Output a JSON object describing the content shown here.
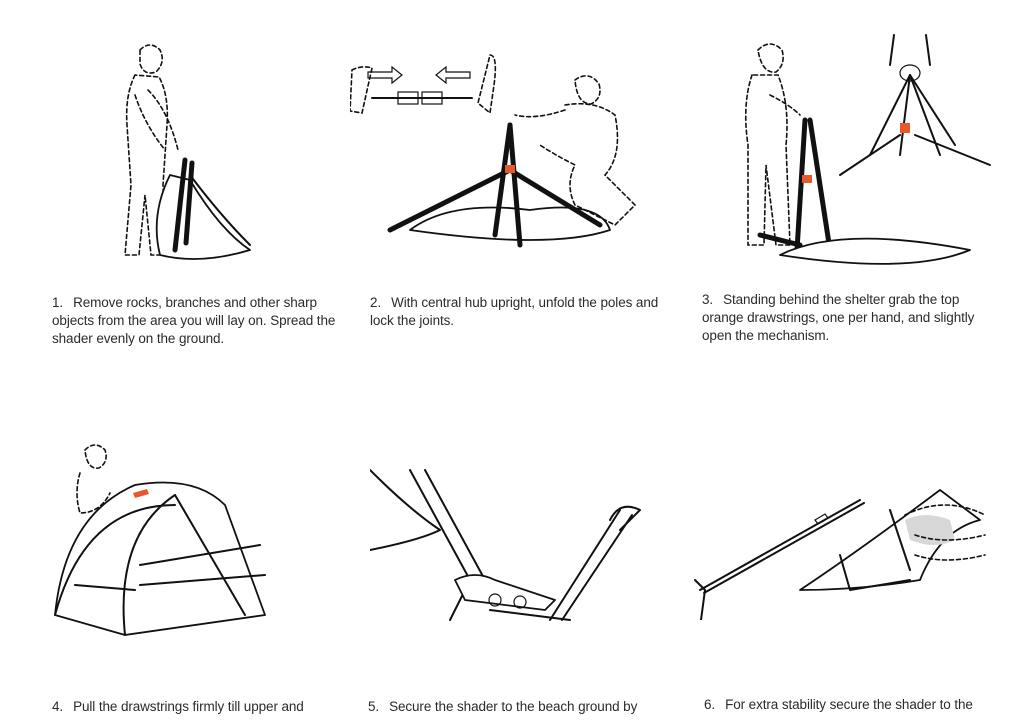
{
  "steps": [
    {
      "number": "1.",
      "text": "Remove rocks, branches and other sharp objects from the area you will lay on. Spread the shader evenly on the ground."
    },
    {
      "number": "2.",
      "text": "With central hub upright, unfold the poles and lock the joints."
    },
    {
      "number": "3.",
      "text": "Standing behind the shelter grab the top orange drawstrings, one per hand, and slightly open the mechanism."
    },
    {
      "number": "4.",
      "text": "Pull the drawstrings firmly till upper and"
    },
    {
      "number": "5.",
      "text": "Secure the shader to the beach ground by"
    },
    {
      "number": "6.",
      "text": "For extra stability secure the shader to the"
    }
  ],
  "colors": {
    "accent": "#e8582a",
    "line": "#111111",
    "text": "#2b2b2b"
  }
}
